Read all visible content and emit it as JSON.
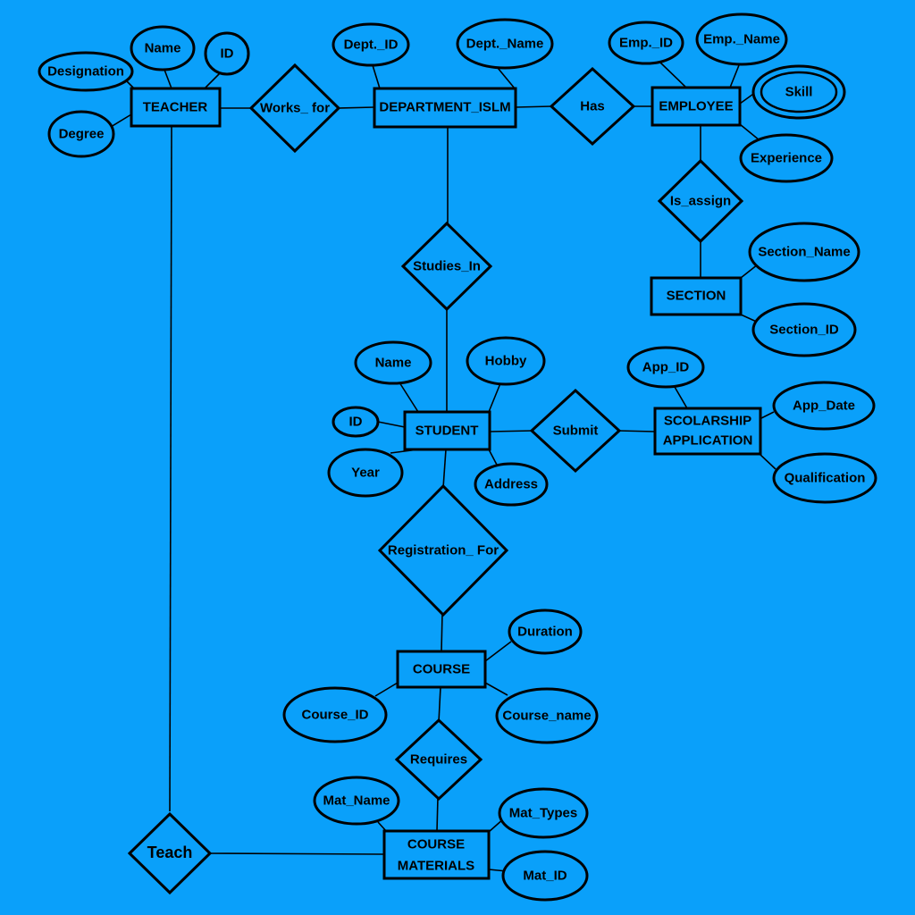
{
  "colors": {
    "background": "#0AA0FA",
    "stroke": "#000000"
  },
  "diagram_type": "entity-relationship",
  "entities": {
    "teacher": {
      "label": "TEACHER"
    },
    "department": {
      "label": "DEPARTMENT_ISLM"
    },
    "employee": {
      "label": "EMPLOYEE"
    },
    "section": {
      "label": "SECTION"
    },
    "student": {
      "label": "STUDENT"
    },
    "scholarship_application": {
      "line1": "SCOLARSHIP",
      "line2": "APPLICATION"
    },
    "course": {
      "label": "COURSE"
    },
    "course_materials": {
      "line1": "COURSE",
      "line2": "MATERIALS"
    }
  },
  "relationships": {
    "works_for": {
      "label": "Works_ for"
    },
    "has": {
      "label": "Has"
    },
    "is_assign": {
      "label": "Is_assign"
    },
    "studies_in": {
      "label": "Studies_In"
    },
    "submit": {
      "label": "Submit"
    },
    "registration_for": {
      "label": "Registration_ For"
    },
    "requires": {
      "label": "Requires"
    },
    "teach": {
      "label": "Teach"
    }
  },
  "attributes": {
    "teacher_designation": {
      "label": "Designation"
    },
    "teacher_name": {
      "label": "Name"
    },
    "teacher_id": {
      "label": "ID"
    },
    "teacher_degree": {
      "label": "Degree"
    },
    "dept_id": {
      "label": "Dept._ID"
    },
    "dept_name": {
      "label": "Dept._Name"
    },
    "emp_id": {
      "label": "Emp._ID"
    },
    "emp_name": {
      "label": "Emp._Name"
    },
    "emp_skill": {
      "label": "Skill",
      "multivalued": true
    },
    "emp_experience": {
      "label": "Experience"
    },
    "section_name": {
      "label": "Section_Name"
    },
    "section_id": {
      "label": "Section_ID"
    },
    "student_name": {
      "label": "Name"
    },
    "student_hobby": {
      "label": "Hobby"
    },
    "student_id": {
      "label": "ID"
    },
    "student_year": {
      "label": "Year"
    },
    "student_address": {
      "label": "Address"
    },
    "app_id": {
      "label": "App_ID"
    },
    "app_date": {
      "label": "App_Date"
    },
    "qualification": {
      "label": "Qualification"
    },
    "course_duration": {
      "label": "Duration"
    },
    "course_id": {
      "label": "Course_ID"
    },
    "course_name": {
      "label": "Course_name"
    },
    "mat_name": {
      "label": "Mat_Name"
    },
    "mat_types": {
      "label": "Mat_Types"
    },
    "mat_id": {
      "label": "Mat_ID"
    }
  }
}
